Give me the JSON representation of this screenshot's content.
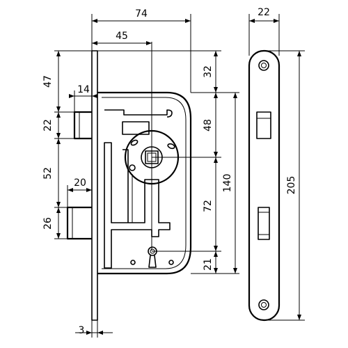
{
  "diagram": {
    "dimensions": {
      "overall_depth": "74",
      "backset": "45",
      "faceplate_width": "22",
      "top_to_case": "47",
      "latch_projection": "14",
      "latch_height": "22",
      "latch_to_bolt": "52",
      "bolt_projection": "20",
      "bolt_height": "26",
      "forend_thickness": "3",
      "top_to_case_edge": "32",
      "case_to_follower": "48",
      "case_height": "140",
      "follower_to_keyhole": "72",
      "keyhole_to_case_bottom": "21",
      "faceplate_length": "205"
    }
  }
}
